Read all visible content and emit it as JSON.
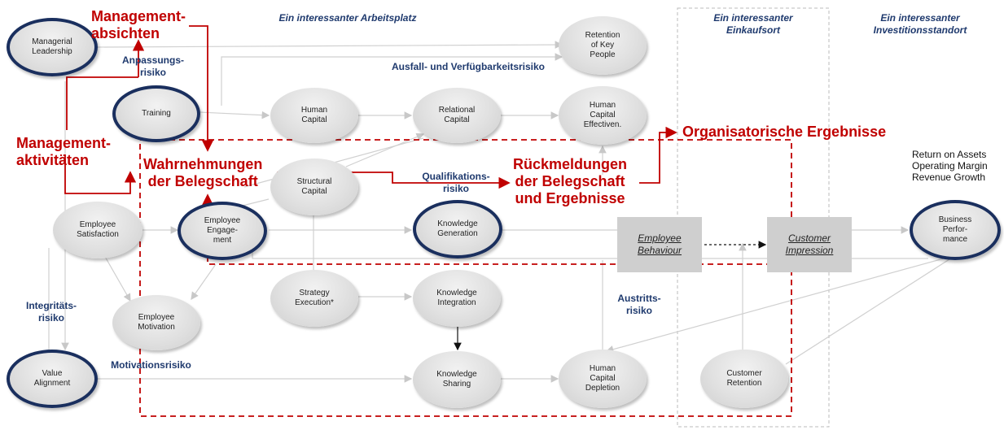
{
  "columns": {
    "arbeitsplatz": "Ein interessanter  Arbeitsplatz",
    "einkaufsort": "Ein interessanter\nEinkaufsort",
    "investitionsstandort": "Ein interessanter\nInvestitionsstandort"
  },
  "nodes": {
    "managerial_leadership": "Managerial\nLeadership",
    "training": "Training",
    "employee_satisfaction": "Employee\nSatisfaction",
    "employee_engagement": "Employee\nEngage-\nment",
    "employee_motivation": "Employee\nMotivation",
    "value_alignment": "Value\nAlignment",
    "human_capital": "Human\nCapital",
    "structural_capital": "Structural\nCapital",
    "strategy_execution": "Strategy\nExecution*",
    "relational_capital": "Relational\nCapital",
    "knowledge_generation": "Knowledge\nGeneration",
    "knowledge_integration": "Knowledge\nIntegration",
    "knowledge_sharing": "Knowledge\nSharing",
    "retention_key_people": "Retention\nof Key\nPeople",
    "hc_effectiveness": "Human\nCapital\nEffectiven.",
    "hc_depletion": "Human\nCapital\nDepletion",
    "customer_retention": "Customer\nRetention",
    "business_performance": "Business\nPerfor-\nmance"
  },
  "boxes": {
    "employee_behaviour": "Employee\nBehaviour",
    "customer_impression": "Customer\nImpression"
  },
  "risks": {
    "anpassung": "Anpassungs-\nrisiko",
    "ausfall": "Ausfall-  und  Verfügbarkeitsrisiko",
    "qualifikation": "Qualifikations-\nrisiko",
    "integritaet": "Integritäts-\nrisiko",
    "motivation": "Motivationsrisiko",
    "austritt": "Austritts-\nrisiko"
  },
  "red_labels": {
    "managementabsichten": "Management-\nabsichten",
    "managementaktivitaeten": "Management-\naktivitäten",
    "wahrnehmungen": "Wahrnehmungen\nder Belegschaft",
    "rueckmeldungen": "Rückmeldungen\nder Belegschaft\nund Ergebnisse",
    "organisatorische": "Organisatorische Ergebnisse"
  },
  "results": "Return on Assets\nOperating Margin\nRevenue  Growth",
  "colors": {
    "navy": "#1a2f5e",
    "red": "#c00000",
    "node_fill": "#e0e0e0",
    "box_fill": "#cfcfcf"
  }
}
